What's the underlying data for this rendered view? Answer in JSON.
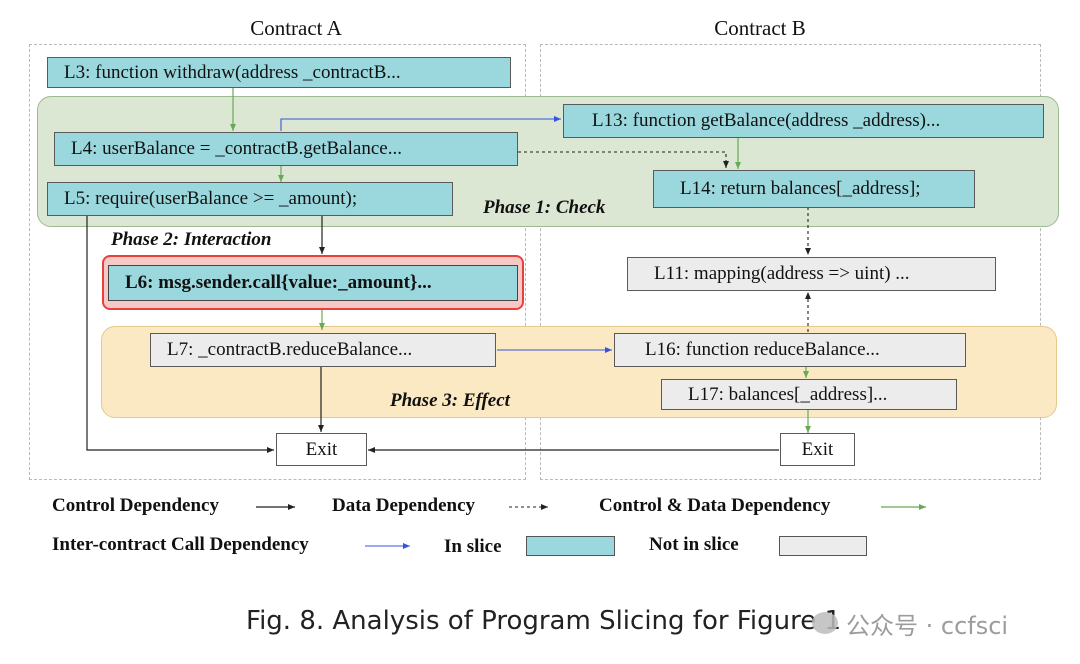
{
  "contracts": {
    "a_title": "Contract A",
    "b_title": "Contract B"
  },
  "phases": {
    "check": "Phase 1: Check",
    "interaction": "Phase 2: Interaction",
    "effect": "Phase 3: Effect"
  },
  "nodes": {
    "l3": "L3:  function withdraw(address _contractB...",
    "l4": "L4:  userBalance = _contractB.getBalance...",
    "l5": "L5:    require(userBalance >= _amount);",
    "l6": "L6:  msg.sender.call{value:_amount}...",
    "l7": "L7:  _contractB.reduceBalance...",
    "exit_a": "Exit",
    "l13": "L13:  function getBalance(address _address)...",
    "l14": "L14:  return balances[_address];",
    "l11": "L11:  mapping(address => uint) ...",
    "l16": "L16:  function reduceBalance...",
    "l17": "L17:  balances[_address]...",
    "exit_b": "Exit"
  },
  "legend": {
    "control": "Control Dependency",
    "data": "Data Dependency",
    "control_data": "Control & Data Dependency",
    "inter_contract": "Inter-contract Call Dependency",
    "in_slice": "In slice",
    "not_in_slice": "Not in slice"
  },
  "colors": {
    "in_slice": "#9ad8de",
    "not_in_slice": "#ececec",
    "phase_check": "#dbe7d3",
    "phase_effect": "#fbe9c4",
    "highlight": "#e8403a",
    "control_edge": "#222222",
    "inter_contract_edge": "#3355dd",
    "control_data_edge": "#66aa55"
  },
  "caption": "Fig. 8.  Analysis of Program Slicing for Figure 1",
  "watermark": {
    "icon": "wechat-icon",
    "text": "公众号 · ccfsci"
  }
}
